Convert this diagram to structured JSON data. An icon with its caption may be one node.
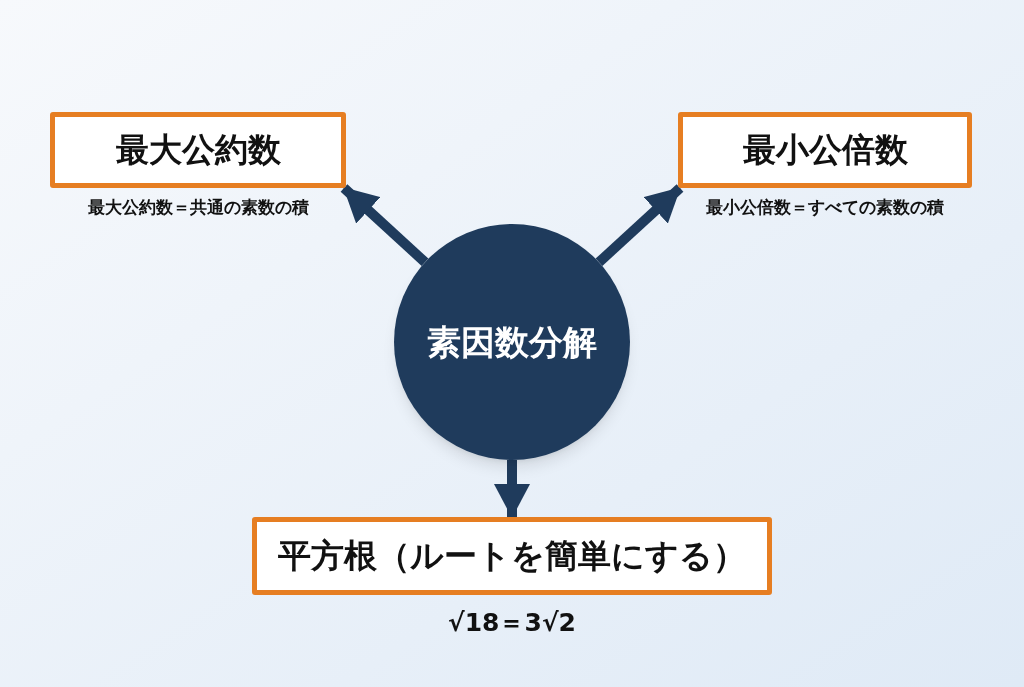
{
  "diagram": {
    "nodes": [
      {
        "text": [
          "素因数分解"
        ]
      },
      {
        "text": [
          "最大公約数"
        ],
        "beside": [
          "最大公約数＝共通の素数の積"
        ]
      },
      {
        "text": [
          "最小公倍数"
        ],
        "beside": [
          "最小公倍数＝すべての素数の積"
        ]
      },
      {
        "text": [
          "平方根（ルートを簡単にする）"
        ],
        "beside": [
          "√18＝3√2"
        ]
      }
    ],
    "edges": [
      {
        "from": 0,
        "to": 1,
        "arrow": "to"
      },
      {
        "from": 0,
        "to": 2,
        "arrow": "to"
      },
      {
        "from": 0,
        "to": 3,
        "arrow": "to"
      }
    ]
  }
}
